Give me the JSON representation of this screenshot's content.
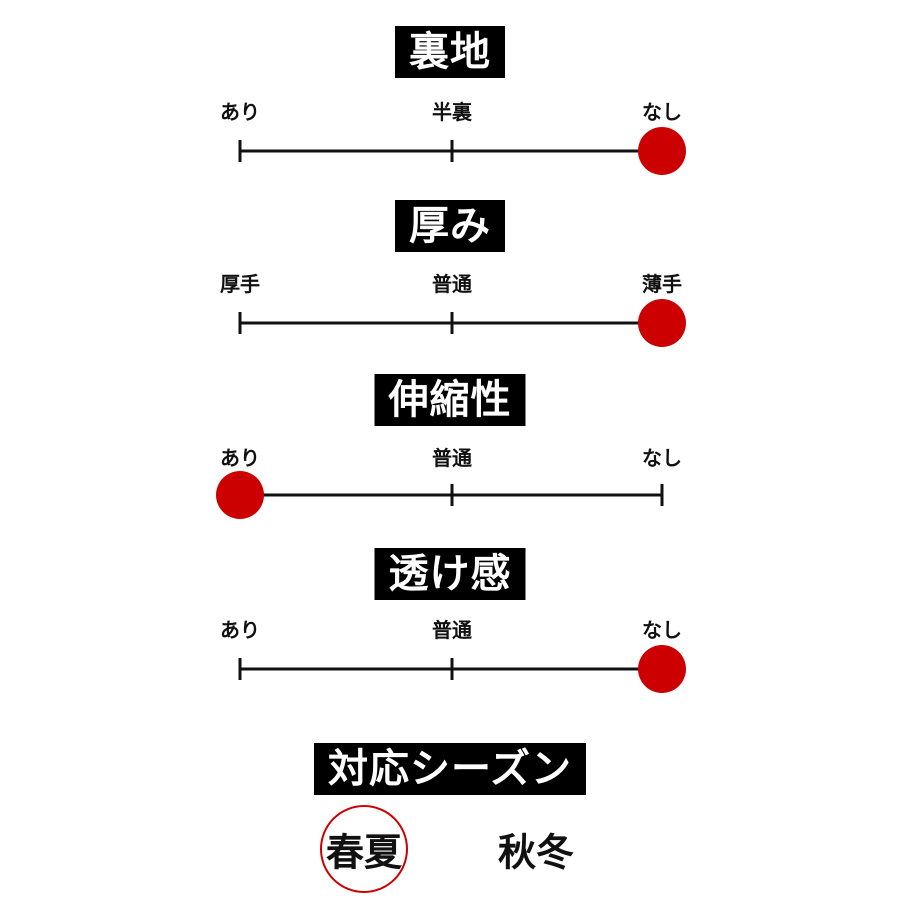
{
  "accent_color": "#cc0000",
  "line_color": "#111111",
  "sections": [
    {
      "title": "裏地",
      "labels": [
        "あり",
        "半裏",
        "なし"
      ],
      "selected_index": 2
    },
    {
      "title": "厚み",
      "labels": [
        "厚手",
        "普通",
        "薄手"
      ],
      "selected_index": 2
    },
    {
      "title": "伸縮性",
      "labels": [
        "あり",
        "普通",
        "なし"
      ],
      "selected_index": 0
    },
    {
      "title": "透け感",
      "labels": [
        "あり",
        "普通",
        "なし"
      ],
      "selected_index": 2
    }
  ],
  "season": {
    "title": "対応シーズン",
    "options": [
      "春夏",
      "秋冬"
    ],
    "selected_index": 0
  }
}
